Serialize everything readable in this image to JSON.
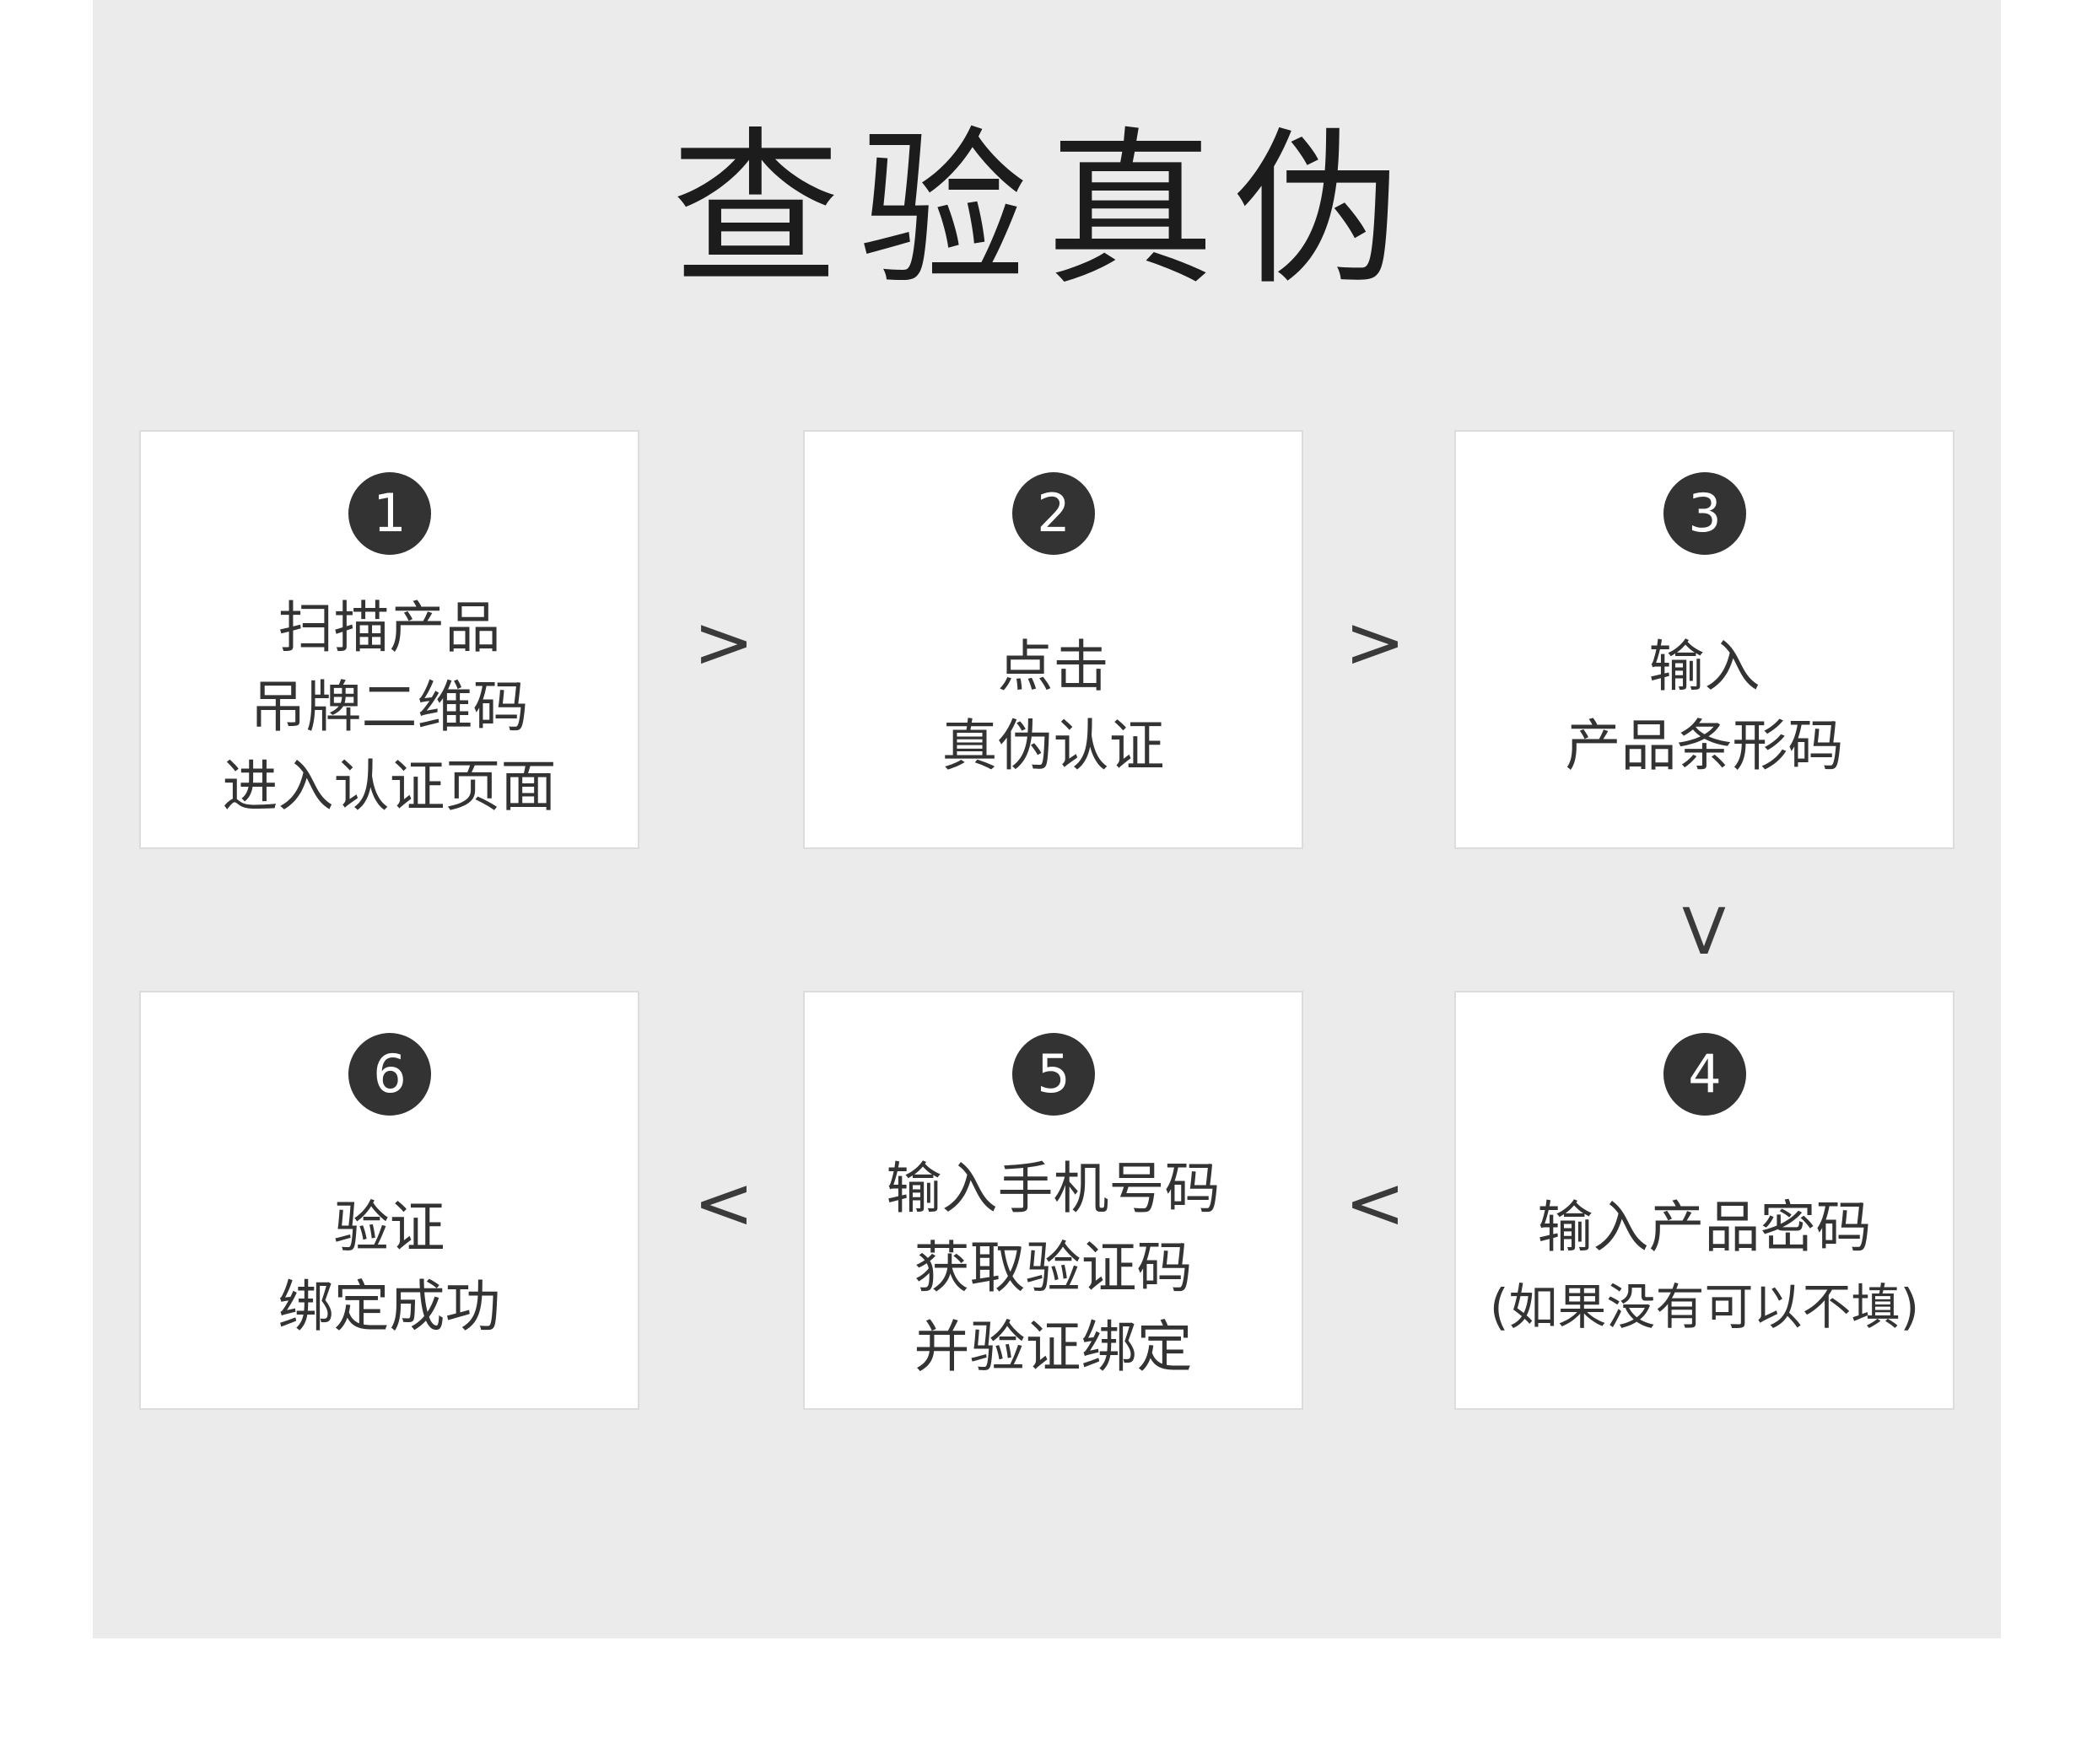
{
  "title": "查验真伪",
  "steps": [
    {
      "num": "1",
      "lines": [
        "扫描产品",
        "吊牌二维码",
        "进入认证页面"
      ]
    },
    {
      "num": "2",
      "lines": [
        "点击",
        "真伪认证"
      ]
    },
    {
      "num": "3",
      "lines": [
        "输入",
        "产品条形码"
      ]
    },
    {
      "num": "4",
      "lines": [
        "输入产品密码",
        "(如果没有可以不填)"
      ]
    },
    {
      "num": "5",
      "lines": [
        "输入手机号码",
        "获取验证码",
        "并验证绑定"
      ]
    },
    {
      "num": "6",
      "lines": [
        "验证",
        "绑定成功"
      ]
    }
  ],
  "arrows": {
    "right": ">",
    "left": "<",
    "down": "V"
  }
}
